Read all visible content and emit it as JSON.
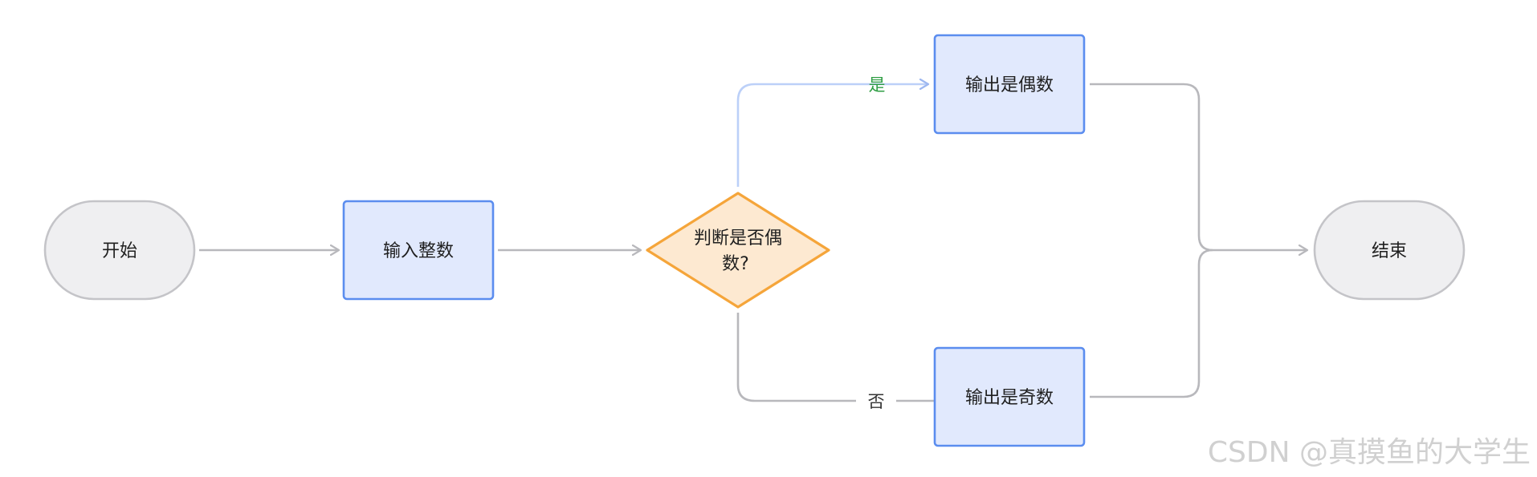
{
  "nodes": {
    "start": {
      "label": "开始",
      "shape": "terminal"
    },
    "input": {
      "label": "输入整数",
      "shape": "process"
    },
    "decision": {
      "line1": "判断是否偶",
      "line2": "数?",
      "shape": "decision"
    },
    "even": {
      "label": "输出是偶数",
      "shape": "process"
    },
    "odd": {
      "label": "输出是奇数",
      "shape": "process"
    },
    "end": {
      "label": "结束",
      "shape": "terminal"
    }
  },
  "edges": {
    "yes_label": "是",
    "no_label": "否"
  },
  "watermark": "CSDN @真摸鱼的大学生",
  "colors": {
    "terminal_fill": "#efeff1",
    "terminal_stroke": "#c4c4c8",
    "process_fill": "#e1e9fd",
    "process_stroke": "#5b8def",
    "decision_fill": "#fde9d1",
    "decision_stroke": "#f5a53a",
    "edge": "#b8b8bc",
    "edge_yes": "#bcd0f8",
    "yes_label": "#2f9e44",
    "no_label": "#333333"
  }
}
